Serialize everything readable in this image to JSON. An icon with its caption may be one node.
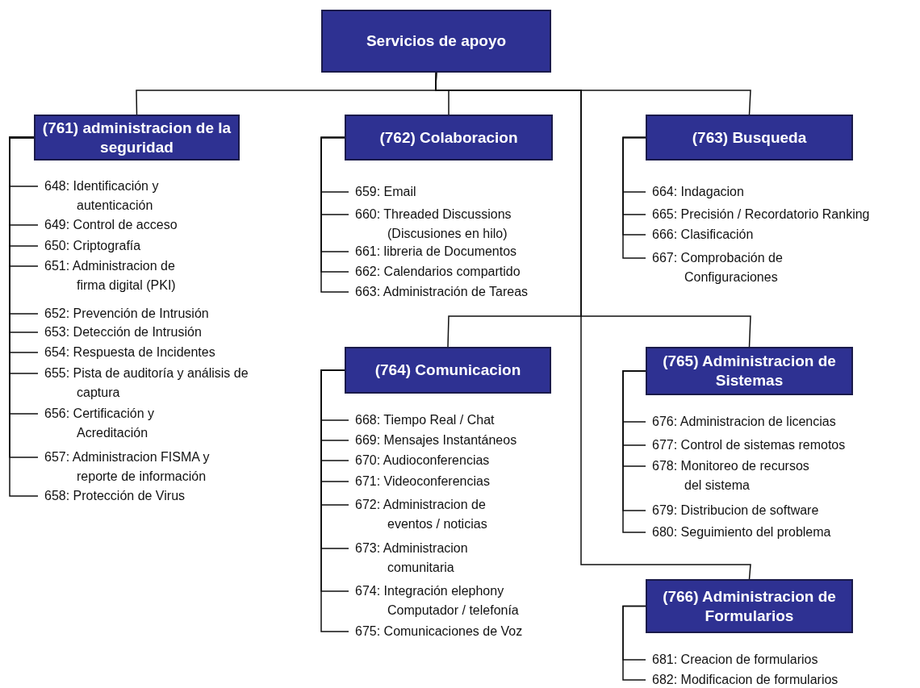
{
  "diagram": {
    "nodes": [
      {
        "text": [
          "Servicios de apoyo"
        ]
      },
      {
        "text": [
          "(761) administracion de la seguridad"
        ]
      },
      {
        "text": [
          "(762) Colaboracion"
        ]
      },
      {
        "text": [
          "(763) Busqueda"
        ]
      },
      {
        "text": [
          "(764) Comunicacion"
        ]
      },
      {
        "text": [
          "(765) Administracion de Sistemas"
        ]
      },
      {
        "text": [
          "(766) Administracion de Formularios"
        ]
      },
      {
        "text": [
          "648: Identificación y autenticación"
        ]
      },
      {
        "text": [
          "649: Control de acceso"
        ]
      },
      {
        "text": [
          "650: Criptografía"
        ]
      },
      {
        "text": [
          "651: Administracion de firma digital (PKI)"
        ]
      },
      {
        "text": [
          "652: Prevención de Intrusión"
        ]
      },
      {
        "text": [
          "653: Detección de Intrusión"
        ]
      },
      {
        "text": [
          "654: Respuesta de Incidentes"
        ]
      },
      {
        "text": [
          "655: Pista de auditoría y análisis de captura"
        ]
      },
      {
        "text": [
          "656: Certificación y Acreditación"
        ]
      },
      {
        "text": [
          "657: Administracion FISMA y reporte de información"
        ]
      },
      {
        "text": [
          "658: Protección de Virus"
        ]
      },
      {
        "text": [
          "659: Email"
        ]
      },
      {
        "text": [
          "660: Threaded Discussions (Discusiones en hilo)"
        ]
      },
      {
        "text": [
          "661: libreria de Documentos"
        ]
      },
      {
        "text": [
          "662: Calendarios compartido"
        ]
      },
      {
        "text": [
          "663: Administración de Tareas"
        ]
      },
      {
        "text": [
          "664: Indagacion"
        ]
      },
      {
        "text": [
          "665: Precisión / Recordatorio Ranking"
        ]
      },
      {
        "text": [
          "666: Clasificación"
        ]
      },
      {
        "text": [
          "667: Comprobación de Configuraciones"
        ]
      },
      {
        "text": [
          "668: Tiempo Real / Chat"
        ]
      },
      {
        "text": [
          "669: Mensajes Instantáneos"
        ]
      },
      {
        "text": [
          "670: Audioconferencias"
        ]
      },
      {
        "text": [
          "671: Videoconferencias"
        ]
      },
      {
        "text": [
          "672: Administracion de eventos / noticias"
        ]
      },
      {
        "text": [
          "673: Administracion comunitaria"
        ]
      },
      {
        "text": [
          "674: Integración elephony Computador / telefonía"
        ]
      },
      {
        "text": [
          "675: Comunicaciones de Voz"
        ]
      },
      {
        "text": [
          "676: Administracion de licencias"
        ]
      },
      {
        "text": [
          "677: Control de sistemas remotos"
        ]
      },
      {
        "text": [
          "678: Monitoreo de recursos del sistema"
        ]
      },
      {
        "text": [
          "679: Distribucion de software"
        ]
      },
      {
        "text": [
          "680: Seguimiento del problema"
        ]
      },
      {
        "text": [
          "681: Creacion de formularios"
        ]
      },
      {
        "text": [
          "682: Modificacion de formularios"
        ]
      }
    ],
    "edges": [
      {
        "from": 0,
        "to": 1,
        "arrow": "none"
      },
      {
        "from": 0,
        "to": 2,
        "arrow": "none"
      },
      {
        "from": 0,
        "to": 3,
        "arrow": "none"
      },
      {
        "from": 0,
        "to": 4,
        "arrow": "none"
      },
      {
        "from": 0,
        "to": 5,
        "arrow": "none"
      },
      {
        "from": 0,
        "to": 6,
        "arrow": "none"
      },
      {
        "from": 1,
        "to": 7,
        "arrow": "none"
      },
      {
        "from": 1,
        "to": 8,
        "arrow": "none"
      },
      {
        "from": 1,
        "to": 9,
        "arrow": "none"
      },
      {
        "from": 1,
        "to": 10,
        "arrow": "none"
      },
      {
        "from": 1,
        "to": 11,
        "arrow": "none"
      },
      {
        "from": 1,
        "to": 12,
        "arrow": "none"
      },
      {
        "from": 1,
        "to": 13,
        "arrow": "none"
      },
      {
        "from": 1,
        "to": 14,
        "arrow": "none"
      },
      {
        "from": 1,
        "to": 15,
        "arrow": "none"
      },
      {
        "from": 1,
        "to": 16,
        "arrow": "none"
      },
      {
        "from": 1,
        "to": 17,
        "arrow": "none"
      },
      {
        "from": 2,
        "to": 18,
        "arrow": "none"
      },
      {
        "from": 2,
        "to": 19,
        "arrow": "none"
      },
      {
        "from": 2,
        "to": 20,
        "arrow": "none"
      },
      {
        "from": 2,
        "to": 21,
        "arrow": "none"
      },
      {
        "from": 2,
        "to": 22,
        "arrow": "none"
      },
      {
        "from": 3,
        "to": 23,
        "arrow": "none"
      },
      {
        "from": 3,
        "to": 24,
        "arrow": "none"
      },
      {
        "from": 3,
        "to": 25,
        "arrow": "none"
      },
      {
        "from": 3,
        "to": 26,
        "arrow": "none"
      },
      {
        "from": 4,
        "to": 27,
        "arrow": "none"
      },
      {
        "from": 4,
        "to": 28,
        "arrow": "none"
      },
      {
        "from": 4,
        "to": 29,
        "arrow": "none"
      },
      {
        "from": 4,
        "to": 30,
        "arrow": "none"
      },
      {
        "from": 4,
        "to": 31,
        "arrow": "none"
      },
      {
        "from": 4,
        "to": 32,
        "arrow": "none"
      },
      {
        "from": 4,
        "to": 33,
        "arrow": "none"
      },
      {
        "from": 4,
        "to": 34,
        "arrow": "none"
      },
      {
        "from": 5,
        "to": 35,
        "arrow": "none"
      },
      {
        "from": 5,
        "to": 36,
        "arrow": "none"
      },
      {
        "from": 5,
        "to": 37,
        "arrow": "none"
      },
      {
        "from": 5,
        "to": 38,
        "arrow": "none"
      },
      {
        "from": 5,
        "to": 39,
        "arrow": "none"
      },
      {
        "from": 6,
        "to": 40,
        "arrow": "none"
      },
      {
        "from": 6,
        "to": 41,
        "arrow": "none"
      }
    ]
  }
}
